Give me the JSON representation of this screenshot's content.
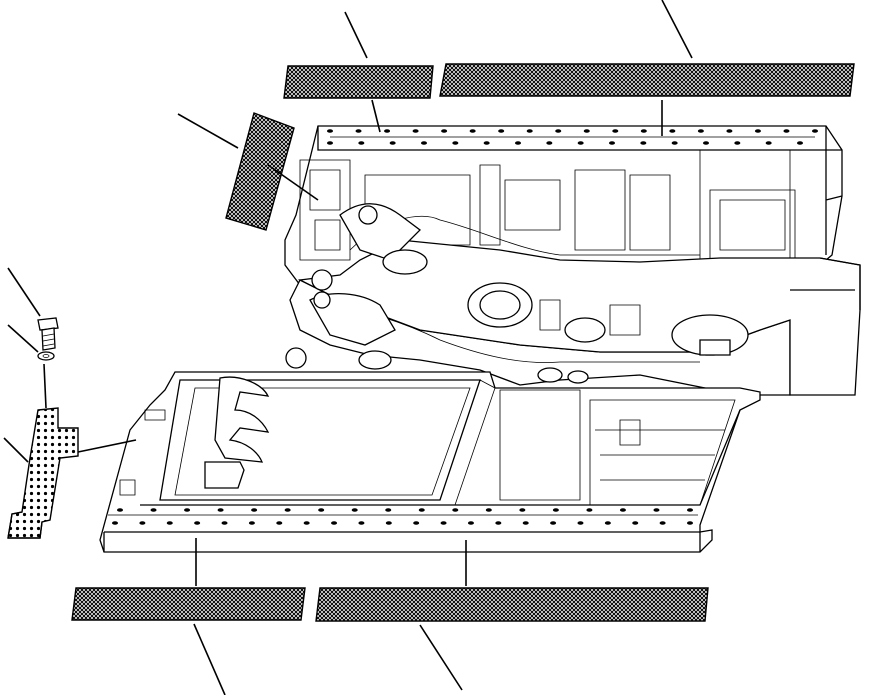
{
  "figure": {
    "colors": {
      "line": "#000000",
      "background": "#ffffff",
      "mat_fill": "#555555"
    },
    "parts": [
      {
        "id": "rear-left-mat",
        "icon": "floor-mat-icon"
      },
      {
        "id": "rear-right-mat",
        "icon": "floor-mat-icon"
      },
      {
        "id": "side-step-mat",
        "icon": "floor-mat-icon"
      },
      {
        "id": "bolt",
        "icon": "bolt-icon"
      },
      {
        "id": "washer",
        "icon": "washer-icon"
      },
      {
        "id": "step-plate",
        "icon": "perforated-plate-icon"
      },
      {
        "id": "front-left-mat",
        "icon": "floor-mat-icon"
      },
      {
        "id": "front-right-mat",
        "icon": "floor-mat-icon"
      }
    ]
  }
}
